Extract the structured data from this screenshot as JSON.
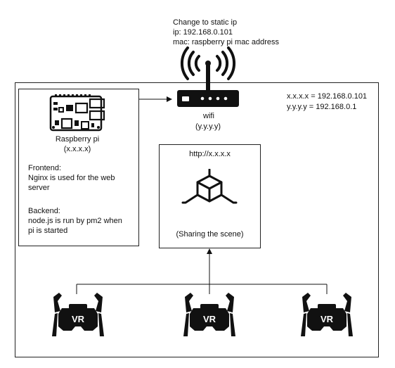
{
  "router_note": {
    "line1": "Change to static ip",
    "line2": "ip: 192.168.0.101",
    "line3": "mac: raspberry pi mac address"
  },
  "wifi": {
    "label": "wifi",
    "sub": "(y.y.y.y)"
  },
  "ip_legend": {
    "line1": "x.x.x.x = 192.168.0.101",
    "line2": "y.y.y.y = 192.168.0.1"
  },
  "pi_box": {
    "title": "Raspberry pi",
    "sub": "(x.x.x.x)",
    "frontend_heading": "Frontend:",
    "frontend_l1": "Nginx is used for the web",
    "frontend_l2": "server",
    "backend_heading": "Backend:",
    "backend_l1": "node.js is run by pm2 when",
    "backend_l2": "pi is started"
  },
  "scene_box": {
    "url": "http://x.x.x.x",
    "caption": "(Sharing the scene)"
  },
  "headsets": [
    {
      "label": "VR"
    },
    {
      "label": "VR"
    },
    {
      "label": "VR"
    }
  ],
  "icons": {
    "router": "wifi-router-icon",
    "pi": "raspberry-pi-board-icon",
    "scene": "3d-object-icon",
    "vr": "vr-headset-icon"
  }
}
